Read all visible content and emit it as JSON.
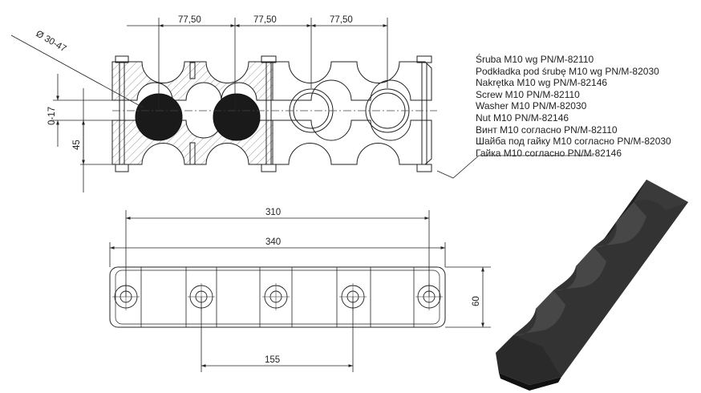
{
  "dimensions": {
    "pitch_1": "77,50",
    "pitch_2": "77,50",
    "pitch_3": "77,50",
    "diameter_range": "Ø 30-47",
    "gap": "0-17",
    "height": "45",
    "hole_spacing": "310",
    "overall_length": "340",
    "width": "60",
    "spacing_bottom": "155"
  },
  "fastener_notes": [
    "Śruba M10 wg PN/M-82110",
    "Podkładka pod śrubę M10 wg PN/M-82030",
    "Nakrętka M10 wg PN/M-82146",
    "Screw M10  PN/M-82110",
    "Washer M10 PN/M-82030",
    "Nut M10 PN/M-82146",
    "Винт M10 согласно PN/M-82110",
    "Шайба под гайку M10 согласно PN/M-82030",
    "Гайка M10 согласно PN/M-82146"
  ],
  "colors": {
    "line": "#222222",
    "cable_fill": "#1a1a1a",
    "hatch": "#777777",
    "product_body": "#2e2e2e"
  },
  "icons": {
    "bolt_hole": "crosshair-circle",
    "product_render": "cable-cleat-3d"
  }
}
